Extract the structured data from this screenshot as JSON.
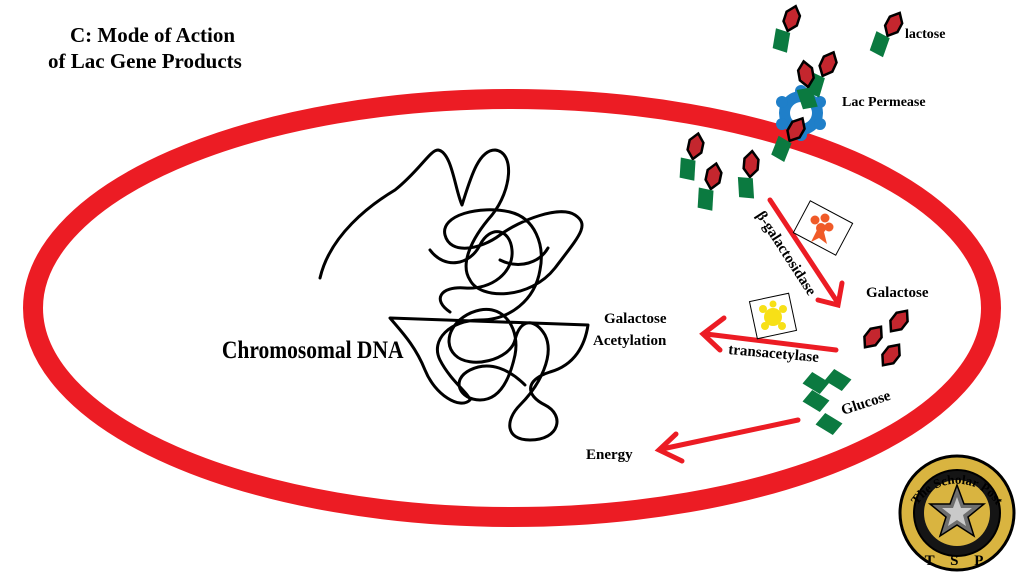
{
  "title": {
    "line1": "C: Mode of Action",
    "line2": "of Lac Gene Products"
  },
  "labels": {
    "lactose": "lactose",
    "lac_permease": "Lac Permease",
    "chromosomal_dna": "Chromosomal DNA",
    "beta_galactosidase": "β-galactosidase",
    "galactose": "Galactose",
    "galactose_acetylation_line1": "Galactose",
    "galactose_acetylation_line2": "Acetylation",
    "transacetylase": "transacetylase",
    "glucose": "Glucose",
    "energy": "Energy"
  },
  "logo": {
    "name": "The Scholar Post",
    "initials": "T S P"
  },
  "colors": {
    "cell_membrane": "#ec1c24",
    "arrow": "#ec1c24",
    "permease": "#1f7fc9",
    "galactose_unit": "#c4262e",
    "glucose_unit": "#0b7a40",
    "dna": "#000000",
    "enzyme_beta_gal": "#f05a28",
    "enzyme_transacetylase": "#f7e017",
    "logo_gold": "#d9b440",
    "logo_dark": "#151515"
  },
  "icons": {
    "lactose": "lactose-molecule-icon",
    "galactose": "galactose-molecule-icon",
    "glucose": "glucose-molecule-icon",
    "permease": "lac-permease-icon",
    "beta_gal": "beta-galactosidase-enzyme-icon",
    "transacetylase": "transacetylase-enzyme-icon",
    "logo": "scholar-post-star-logo"
  }
}
